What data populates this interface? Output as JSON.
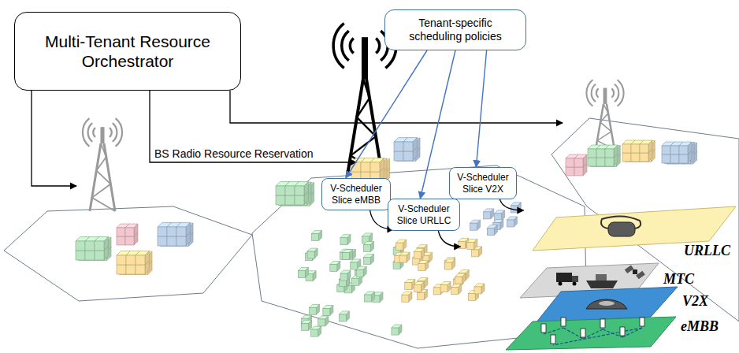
{
  "diagram": {
    "nodes": [
      {
        "text": [
          "Multi-Tenant Resource Orchestrator"
        ]
      },
      {
        "text": [
          "Tenant-specific scheduling policies"
        ]
      },
      {
        "text": [
          "V-Scheduler Slice eMBB"
        ]
      },
      {
        "text": [
          "V-Scheduler Slice URLLC"
        ]
      },
      {
        "text": [
          "V-Scheduler Slice V2X"
        ]
      }
    ],
    "edges": [
      {
        "from": 1,
        "to": 2,
        "arrow": "to"
      },
      {
        "from": 1,
        "to": 3,
        "arrow": "to"
      },
      {
        "from": 1,
        "to": 4,
        "arrow": "to"
      }
    ],
    "labels": [
      "BS Radio Resource Reservation",
      "URLLC",
      "MTC",
      "V2X",
      "eMBB"
    ]
  }
}
